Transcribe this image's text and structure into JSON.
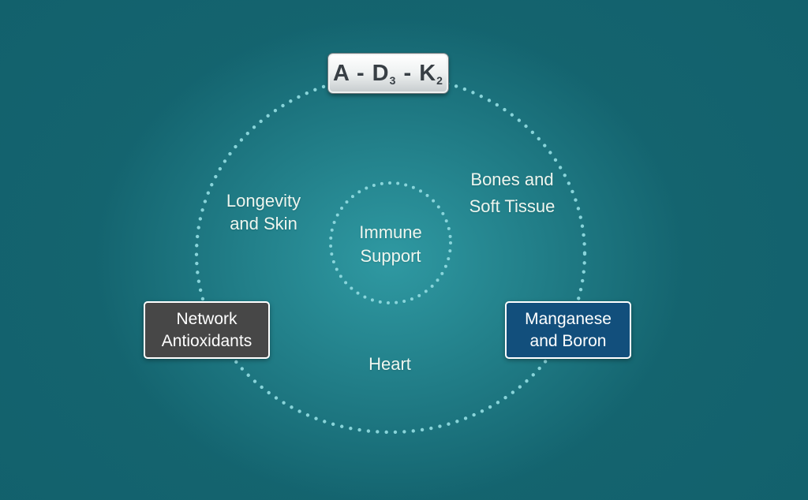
{
  "colors": {
    "background": "#14646f",
    "glow": "#2f99a2",
    "dot": "#8ed9de",
    "text": "#eef6ef",
    "tile_text": "#383f45",
    "network_bg": "#474747",
    "manganese_bg": "#124f7c",
    "box_border": "#ffffff"
  },
  "tile": {
    "part1": "A - D",
    "sub1": "3",
    "part2": " - K",
    "sub2": "2"
  },
  "labels": {
    "longevity": {
      "line1": "Longevity",
      "line2": "and Skin"
    },
    "bones": {
      "line1": "Bones and",
      "line2": "Soft Tissue"
    },
    "immune": {
      "line1": "Immune",
      "line2": "Support"
    },
    "heart": {
      "text": "Heart"
    },
    "network": {
      "line1": "Network",
      "line2": "Antioxidants"
    },
    "manganese": {
      "line1": "Manganese",
      "line2": "and Boron"
    }
  }
}
